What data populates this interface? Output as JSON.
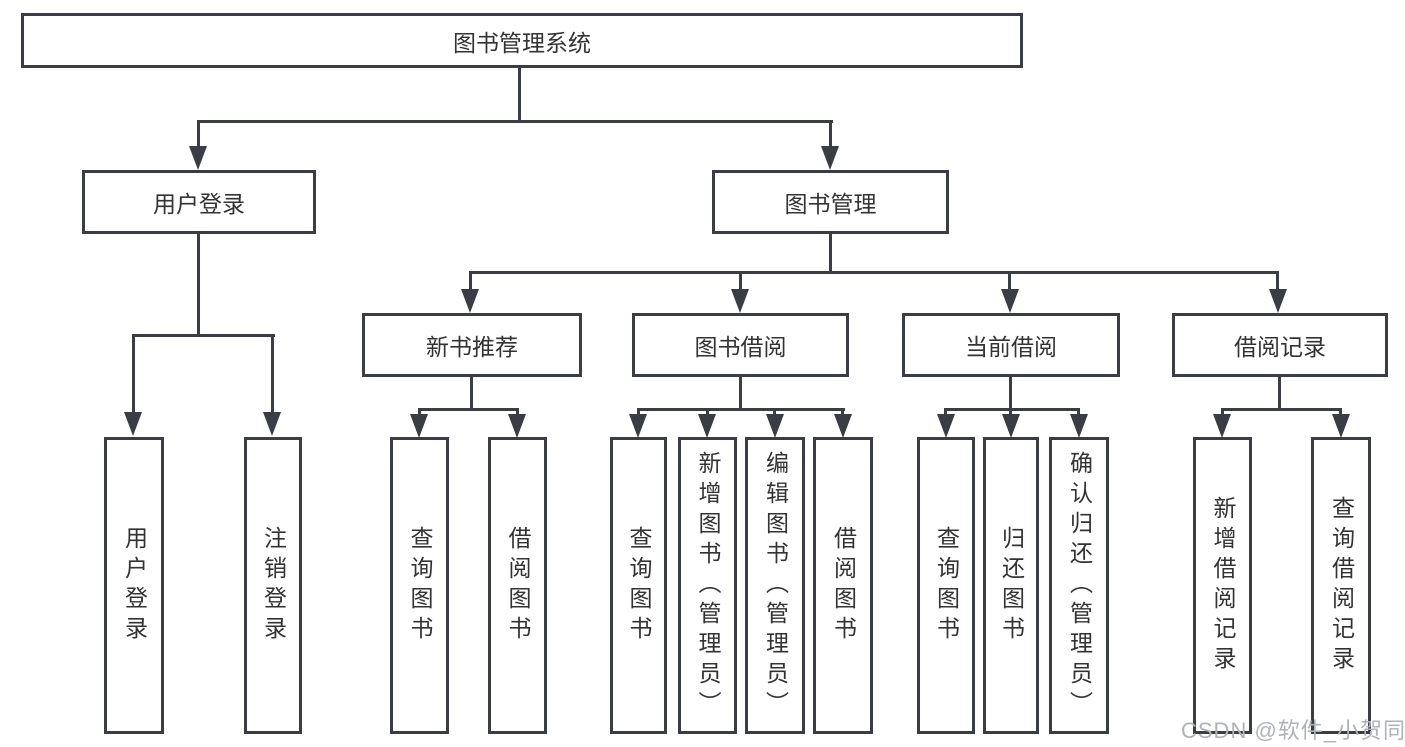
{
  "tree": {
    "root": {
      "label": "图书管理系统"
    },
    "user_login": {
      "label": "用户登录",
      "children": [
        {
          "label": "用户登录"
        },
        {
          "label": "注销登录"
        }
      ]
    },
    "book_management": {
      "label": "图书管理",
      "children": [
        {
          "label": "新书推荐",
          "children": [
            {
              "label": "查询图书"
            },
            {
              "label": "借阅图书"
            }
          ]
        },
        {
          "label": "图书借阅",
          "children": [
            {
              "label": "查询图书"
            },
            {
              "label": "新增图书（管理员）"
            },
            {
              "label": "编辑图书（管理员）"
            },
            {
              "label": "借阅图书"
            }
          ]
        },
        {
          "label": "当前借阅",
          "children": [
            {
              "label": "查询图书"
            },
            {
              "label": "归还图书"
            },
            {
              "label": "确认归还（管理员）"
            }
          ]
        },
        {
          "label": "借阅记录",
          "children": [
            {
              "label": "新增借阅记录"
            },
            {
              "label": "查询借阅记录"
            }
          ]
        }
      ]
    },
    "watermark": "CSDN @软件_小贺同学"
  },
  "colors": {
    "line": "#3a3d44",
    "text": "#333333",
    "watermark": "#aeb2bb",
    "background": "#ffffff"
  }
}
